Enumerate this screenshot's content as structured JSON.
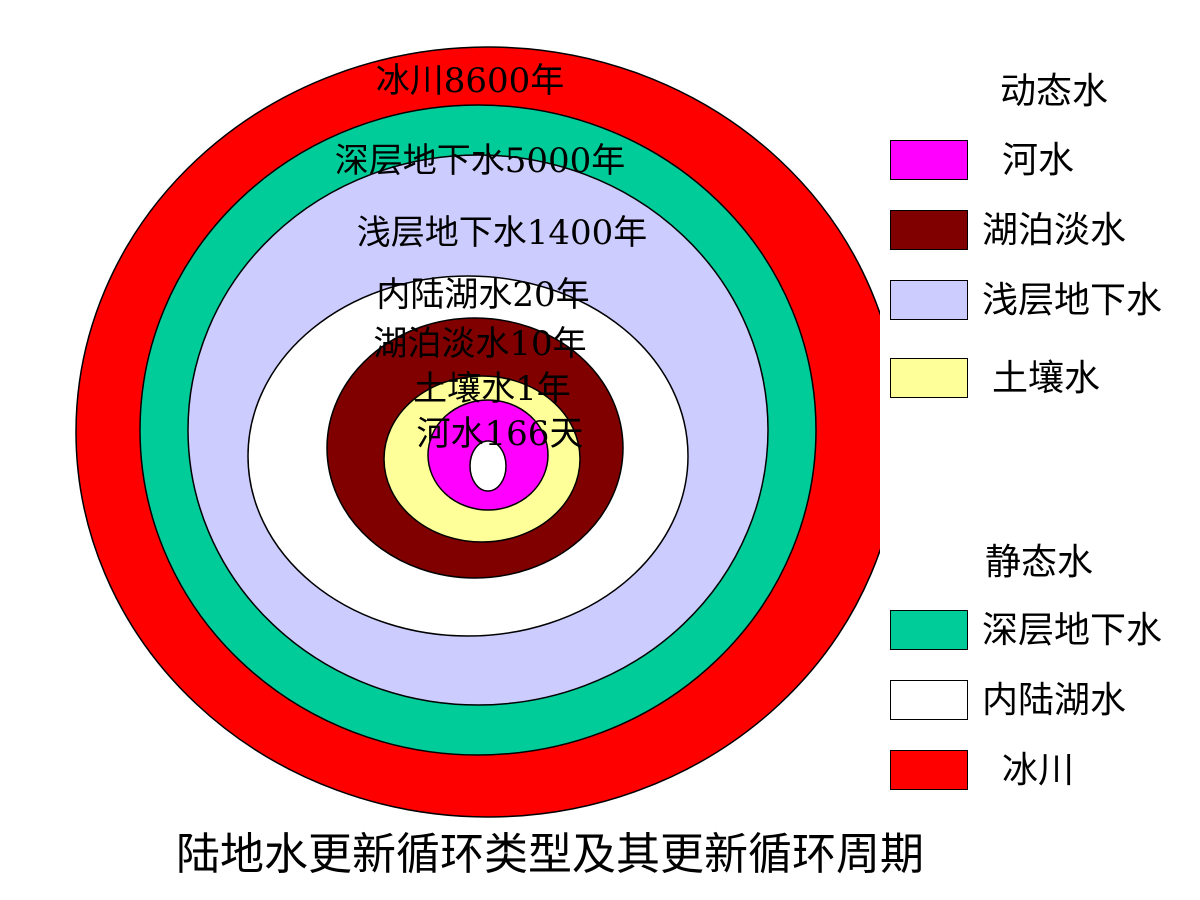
{
  "caption": "陆地水更新循环类型及其更新循环周期",
  "rings": [
    {
      "key": "glacier",
      "label": "冰川8600年",
      "color": "#FF0000"
    },
    {
      "key": "deep_groundwater",
      "label": "深层地下水5000年",
      "color": "#00CC99"
    },
    {
      "key": "shallow_groundwater",
      "label": "浅层地下水1400年",
      "color": "#CCCCFF"
    },
    {
      "key": "inland_lake",
      "label": "内陆湖水20年",
      "color": "#FFFFFF"
    },
    {
      "key": "lake_fresh",
      "label": "湖泊淡水10年",
      "color": "#800000"
    },
    {
      "key": "soil",
      "label": "土壤水1年",
      "color": "#FFFF99"
    },
    {
      "key": "river",
      "label": "河水166天",
      "color": "#FF00FF"
    },
    {
      "key": "center",
      "label": "",
      "color": "#FFFFFF"
    }
  ],
  "legend": {
    "dynamic": {
      "title": "动态水",
      "items": [
        {
          "label": "河水",
          "color": "#FF00FF"
        },
        {
          "label": "湖泊淡水",
          "color": "#800000"
        },
        {
          "label": "浅层地下水",
          "color": "#CCCCFF"
        },
        {
          "label": "土壤水",
          "color": "#FFFF99"
        }
      ]
    },
    "static": {
      "title": "静态水",
      "items": [
        {
          "label": "深层地下水",
          "color": "#00CC99"
        },
        {
          "label": "内陆湖水",
          "color": "#FFFFFF"
        },
        {
          "label": "冰川",
          "color": "#FF0000"
        }
      ]
    }
  }
}
